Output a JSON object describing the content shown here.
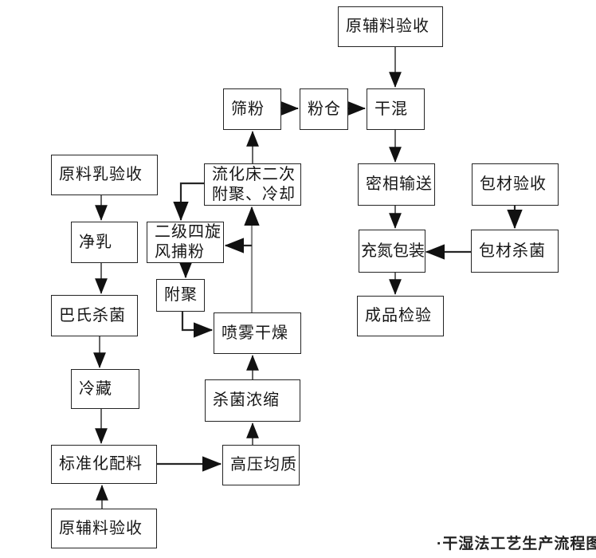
{
  "diagram": {
    "caption": "·干湿法工艺生产流程图",
    "colors": {
      "box_border": "#242424",
      "text": "#161616",
      "line_dark": "#262626",
      "line_mid": "#555555",
      "line_gray": "#8c8c8c",
      "arrowhead": "#111111",
      "background": "#ffffff"
    },
    "nodes": {
      "raw_aux_top": {
        "label": "原辅料验收"
      },
      "sieve_powder": {
        "label": "筛粉"
      },
      "powder_bin": {
        "label": "粉仓"
      },
      "dry_mix": {
        "label": "干混"
      },
      "raw_milk": {
        "label": "原料乳验收"
      },
      "fluid_bed": {
        "label": "流化床二次\n附聚、冷却"
      },
      "dense_convey": {
        "label": "密相输送"
      },
      "pack_accept": {
        "label": "包材验收"
      },
      "clarify_milk": {
        "label": "净乳"
      },
      "cyclone": {
        "label": "二级四旋\n风捕粉"
      },
      "nitrogen_pack": {
        "label": "充氮包装"
      },
      "pack_sterilize": {
        "label": "包材杀菌"
      },
      "pasteurize": {
        "label": "巴氏杀菌"
      },
      "agglomerate": {
        "label": "附聚"
      },
      "spray_dry": {
        "label": "喷雾干燥"
      },
      "final_inspect": {
        "label": "成品检验"
      },
      "cold_store": {
        "label": "冷藏"
      },
      "sterile_conc": {
        "label": "杀菌浓缩"
      },
      "standardize": {
        "label": "标准化配料"
      },
      "homogenize": {
        "label": "高压均质"
      },
      "raw_aux_bottom": {
        "label": "原辅料验收"
      }
    },
    "edges": [
      {
        "from": "raw_aux_top",
        "to": "dry_mix"
      },
      {
        "from": "sieve_powder",
        "to": "powder_bin"
      },
      {
        "from": "powder_bin",
        "to": "dry_mix"
      },
      {
        "from": "dry_mix",
        "to": "dense_convey"
      },
      {
        "from": "dense_convey",
        "to": "nitrogen_pack"
      },
      {
        "from": "nitrogen_pack",
        "to": "final_inspect"
      },
      {
        "from": "pack_accept",
        "to": "pack_sterilize"
      },
      {
        "from": "pack_sterilize",
        "to": "nitrogen_pack"
      },
      {
        "from": "raw_milk",
        "to": "clarify_milk"
      },
      {
        "from": "clarify_milk",
        "to": "pasteurize"
      },
      {
        "from": "pasteurize",
        "to": "cold_store"
      },
      {
        "from": "cold_store",
        "to": "standardize"
      },
      {
        "from": "raw_aux_bottom",
        "to": "standardize"
      },
      {
        "from": "standardize",
        "to": "homogenize"
      },
      {
        "from": "homogenize",
        "to": "sterile_conc"
      },
      {
        "from": "sterile_conc",
        "to": "spray_dry"
      },
      {
        "from": "spray_dry",
        "to": "fluid_bed"
      },
      {
        "from": "spray_dry",
        "to": "cyclone"
      },
      {
        "from": "fluid_bed",
        "to": "sieve_powder"
      },
      {
        "from": "fluid_bed",
        "to": "cyclone"
      },
      {
        "from": "cyclone",
        "to": "agglomerate"
      },
      {
        "from": "agglomerate",
        "to": "spray_dry"
      }
    ]
  }
}
